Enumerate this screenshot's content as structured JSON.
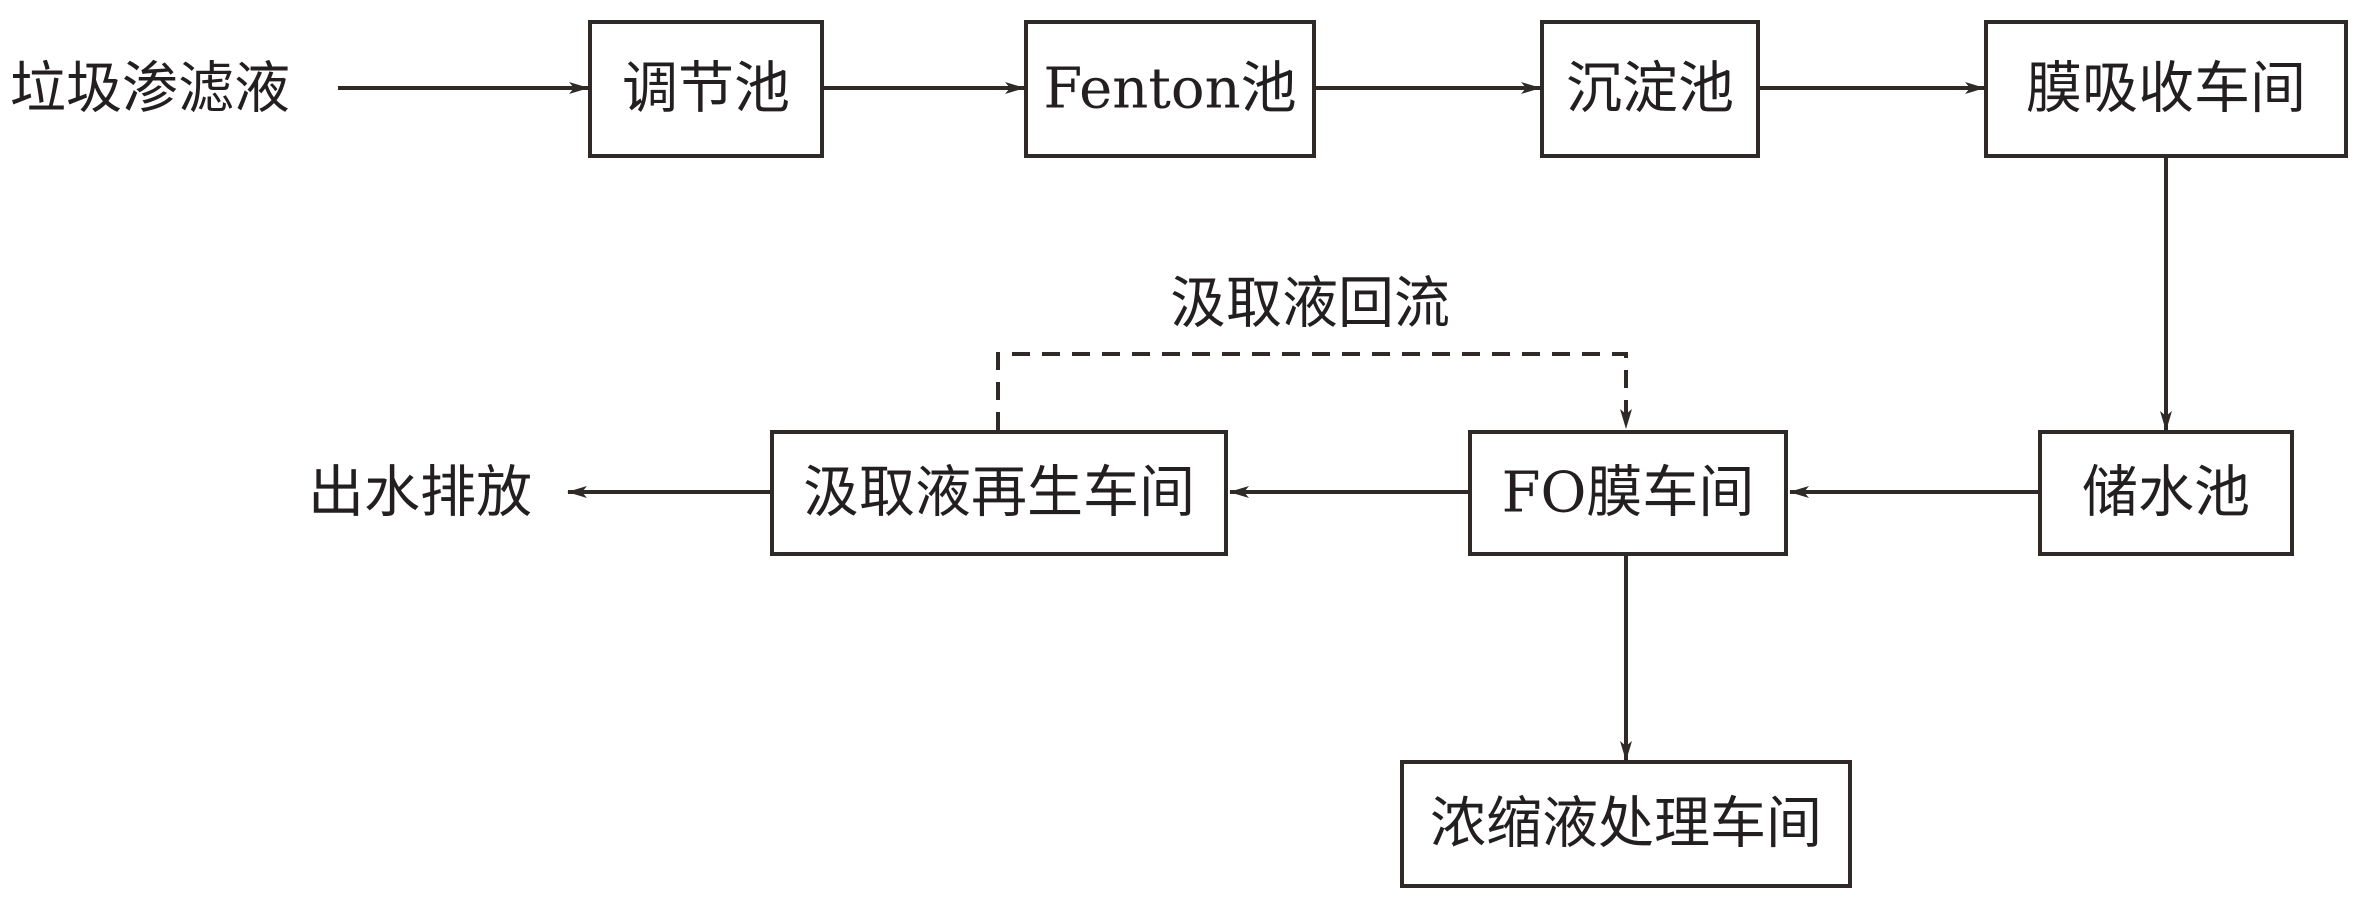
{
  "diagram": {
    "source": "垃圾渗滤液",
    "nodes": {
      "adjust": "调节池",
      "fenton": "Fenton池",
      "settle": "沉淀池",
      "membrane_absorb": "膜吸收车间",
      "storage": "储水池",
      "fo": "FO膜车间",
      "regen": "汲取液再生车间",
      "concentrate": "浓缩液处理车间"
    },
    "outlet": "出水排放",
    "recycle_label": "汲取液回流",
    "flows": [
      {
        "from": "source",
        "to": "adjust",
        "style": "solid"
      },
      {
        "from": "adjust",
        "to": "fenton",
        "style": "solid"
      },
      {
        "from": "fenton",
        "to": "settle",
        "style": "solid"
      },
      {
        "from": "settle",
        "to": "membrane_absorb",
        "style": "solid"
      },
      {
        "from": "membrane_absorb",
        "to": "storage",
        "style": "solid"
      },
      {
        "from": "storage",
        "to": "fo",
        "style": "solid"
      },
      {
        "from": "fo",
        "to": "regen",
        "style": "solid"
      },
      {
        "from": "regen",
        "to": "outlet",
        "style": "solid"
      },
      {
        "from": "fo",
        "to": "concentrate",
        "style": "solid"
      },
      {
        "from": "regen",
        "to": "fo",
        "style": "dashed",
        "label": "recycle_label"
      }
    ]
  }
}
